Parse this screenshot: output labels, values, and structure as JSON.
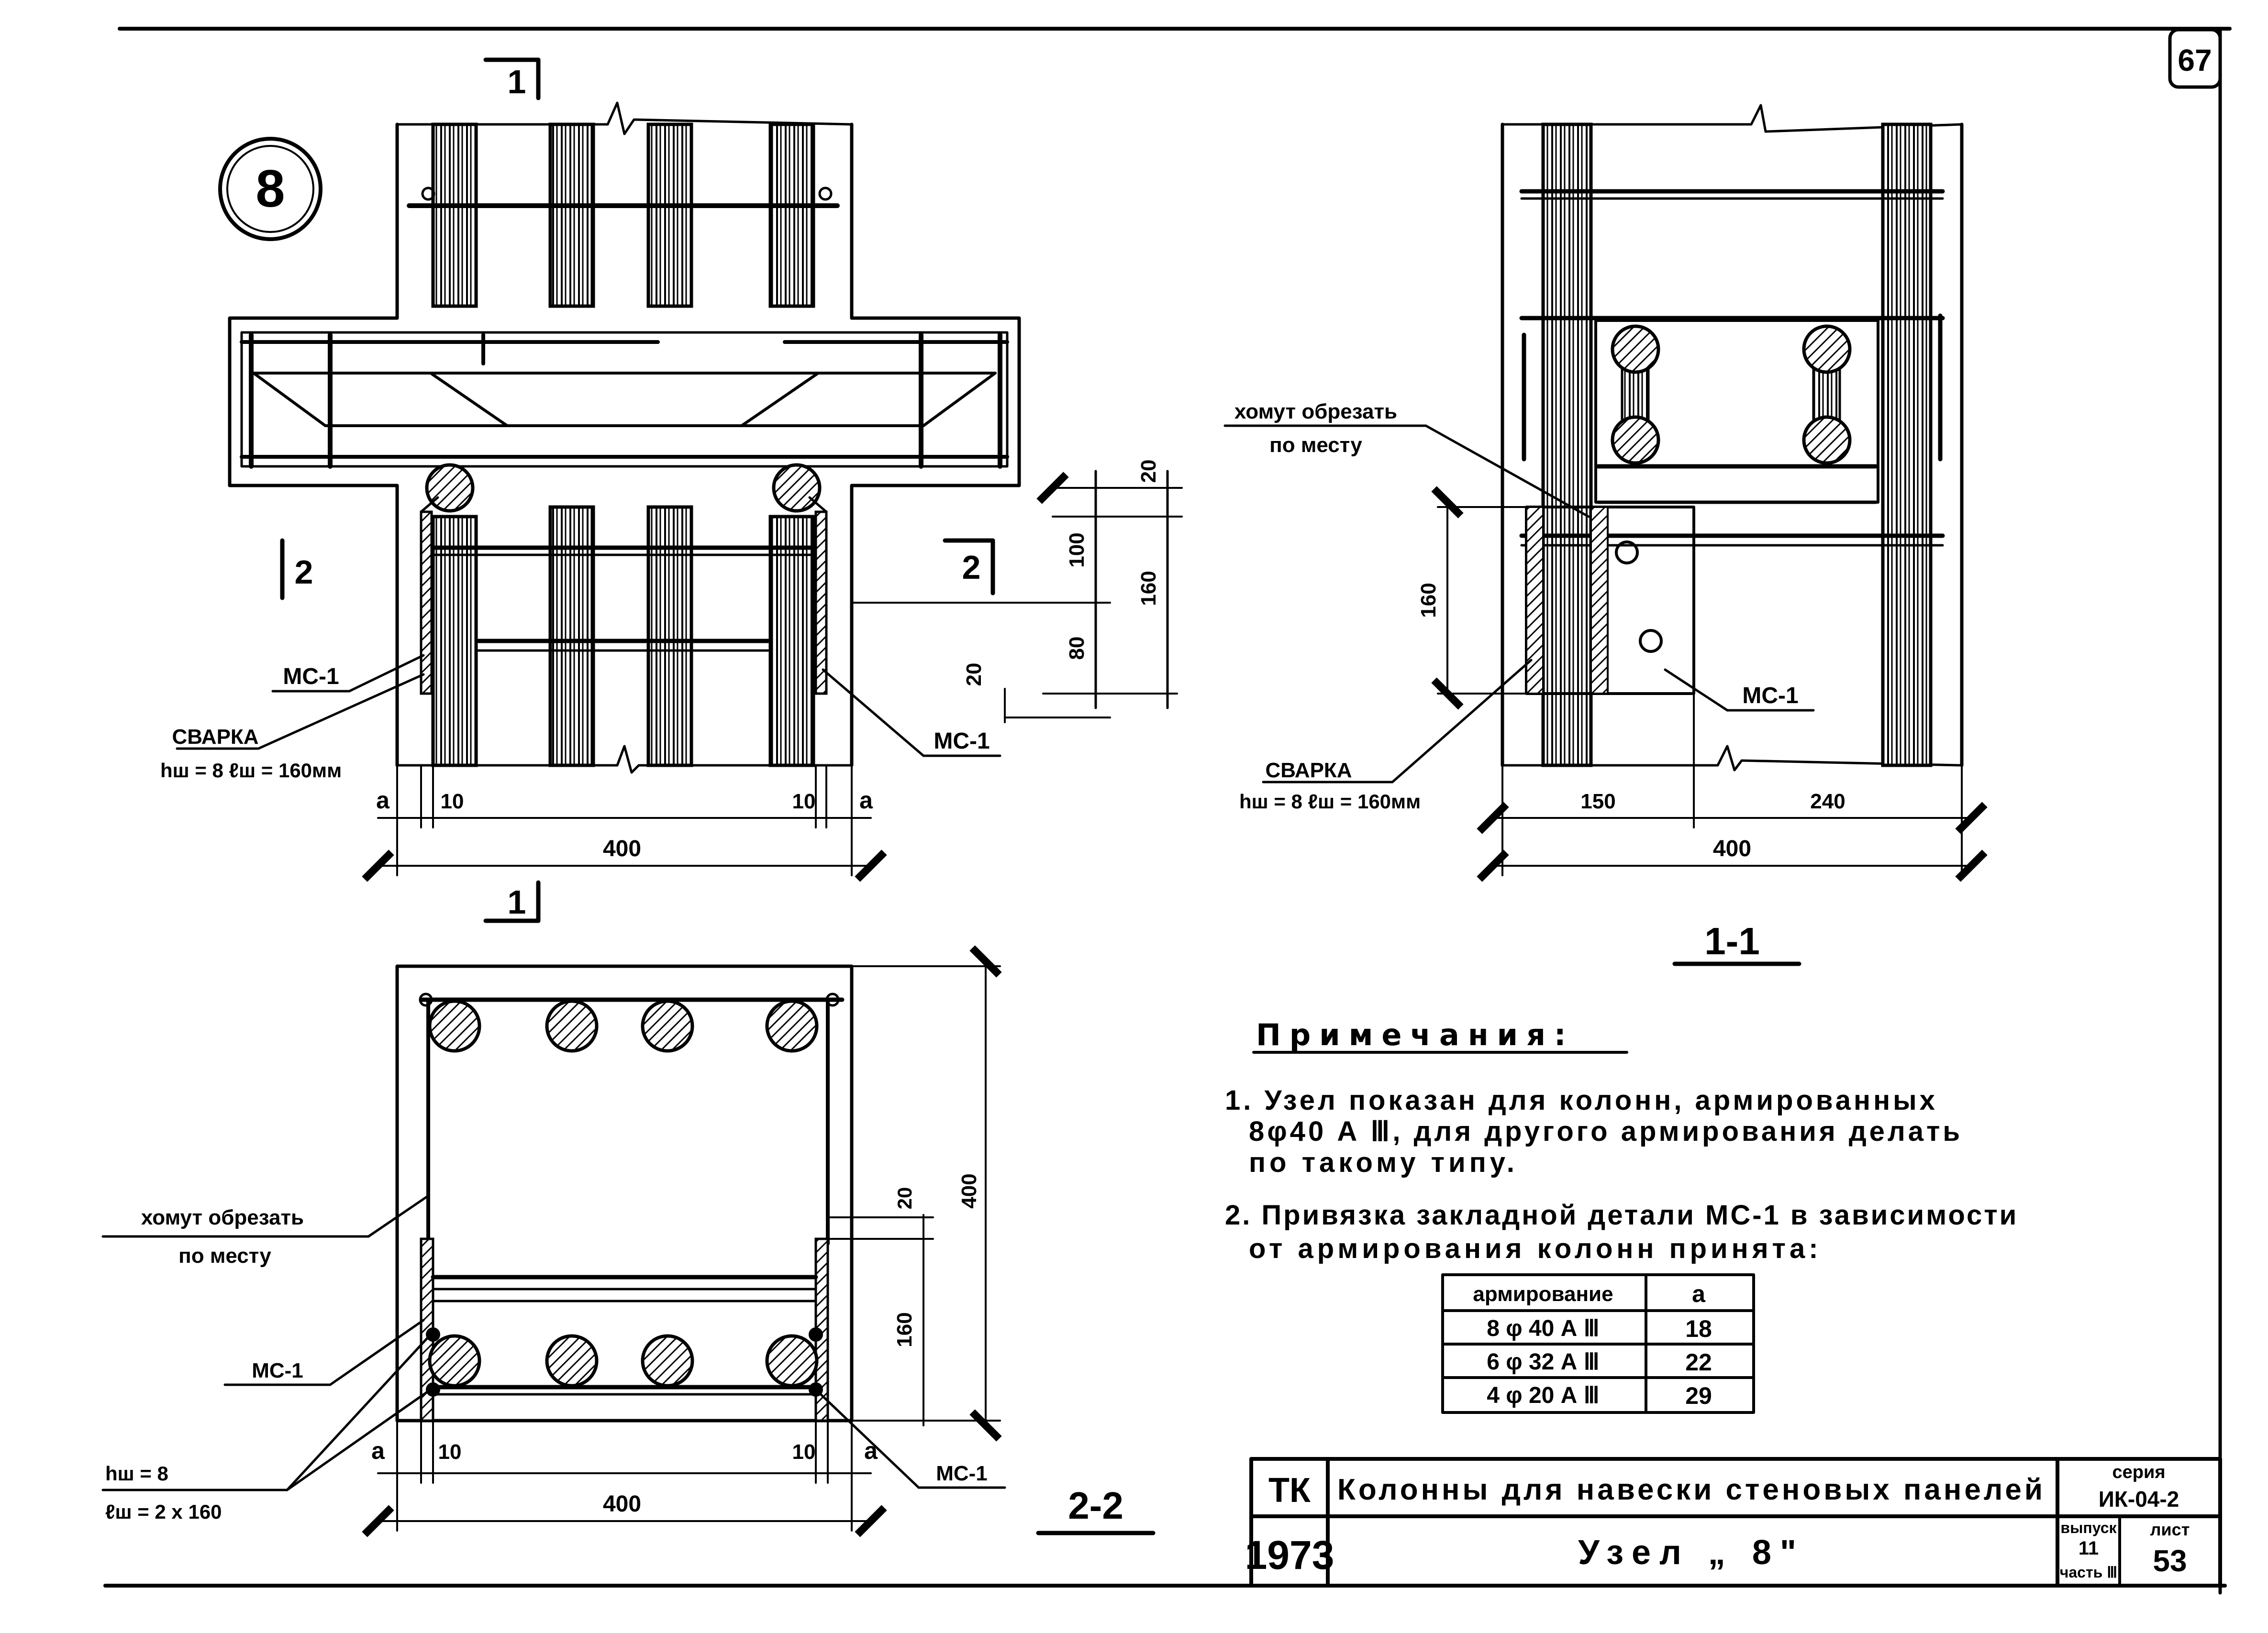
{
  "sheet": {
    "page_number": "67",
    "node_marker": "8",
    "section_1_label": "1",
    "section_2_label": "2",
    "section_1_1_title": "1-1",
    "section_2_2_title": "2-2"
  },
  "view_8": {
    "dims": {
      "top_20": "20",
      "d100": "100",
      "d160": "160",
      "d80": "80",
      "d20": "20",
      "a_left": "a",
      "ten_left": "10",
      "ten_right": "10",
      "a_right": "a",
      "overall": "400"
    },
    "callouts": {
      "mc1_left": "МС-1",
      "mc1_right": "МС-1",
      "welding_title": "СВАРКА",
      "welding_params": "hш = 8 ℓш = 160мм"
    }
  },
  "view_1_1": {
    "dims": {
      "d160": "160",
      "d150": "150",
      "d240": "240",
      "overall": "400"
    },
    "callouts": {
      "clamp_cut_1": "хомут обрезать",
      "clamp_cut_2": "по месту",
      "mc1": "МС-1",
      "welding_title": "СВАРКА",
      "welding_params": "hш = 8 ℓш = 160мм"
    }
  },
  "view_2_2": {
    "dims": {
      "d400_height": "400",
      "d20": "20",
      "d160": "160",
      "a_left": "a",
      "ten_left": "10",
      "ten_right": "10",
      "a_right": "a",
      "overall": "400"
    },
    "callouts": {
      "clamp_cut_1": "хомут обрезать",
      "clamp_cut_2": "по месту",
      "mc1_left": "МС-1",
      "mc1_right": "МС-1",
      "weld_1": "hш = 8",
      "weld_2": "ℓш = 2 х 160"
    }
  },
  "notes": {
    "title": "Примечания:",
    "note1_line1": "1. Узел показан для колонн, армированных",
    "note1_line2": "8φ40 А Ⅲ, для другого армирования делать",
    "note1_line3": "по такому типу.",
    "note2_line1": "2. Привязка закладной детали МС-1 в зависимости",
    "note2_line2": "от армирования колонн принята:",
    "table": {
      "headers": [
        "армирование",
        "a"
      ],
      "rows": [
        [
          "8 φ 40 А Ⅲ",
          "18"
        ],
        [
          "6 φ 32 А Ⅲ",
          "22"
        ],
        [
          "4 φ 20 А Ⅲ",
          "29"
        ]
      ]
    }
  },
  "title_block": {
    "org": "ТК",
    "year": "1973",
    "title": "Колонны для навески стеновых панелей",
    "subtitle": "Узел „ 8\"",
    "series_label": "серия",
    "series_value": "ИК-04-2",
    "issue_label": "выпуск",
    "issue_value": "11",
    "part_label": "часть Ⅲ",
    "sheet_label": "лист",
    "sheet_value": "53"
  }
}
